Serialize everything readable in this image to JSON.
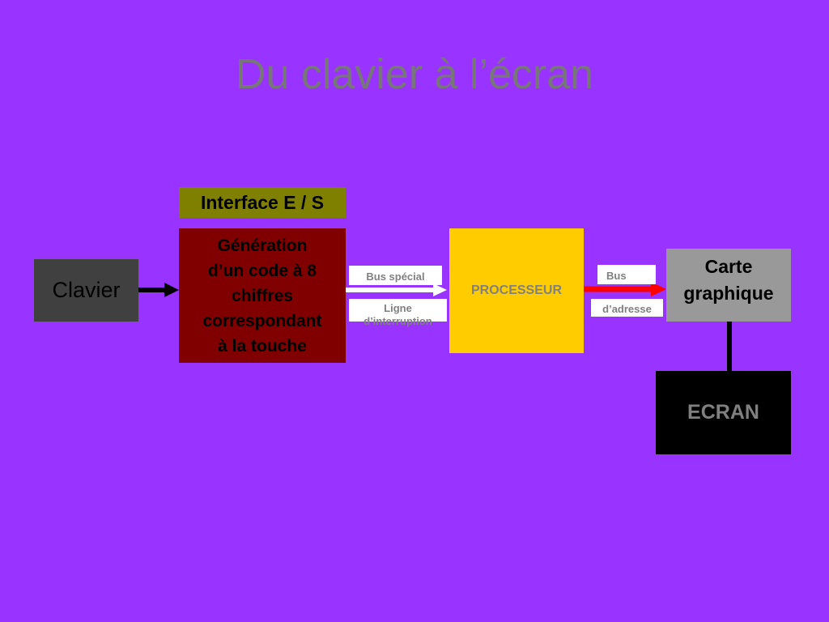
{
  "title": "Du clavier à l’écran",
  "nodes": {
    "clavier": "Clavier",
    "interface": "Interface E / S",
    "generation_lines": [
      "Génération",
      "d’un code à 8",
      "chiffres",
      "correspondant",
      "à la touche"
    ],
    "processeur": "PROCESSEUR",
    "carte_lines": [
      "Carte",
      "graphique"
    ],
    "ecran": "ECRAN"
  },
  "labels": {
    "bus_special": "Bus spécial",
    "ligne_lines": [
      "Ligne",
      "d’interruption"
    ],
    "bus": "Bus",
    "adresse": "d’adresse"
  },
  "colors": {
    "background": "#9933ff",
    "interface_box": "#808000",
    "generation_box": "#800000",
    "processeur_box": "#ffcc00",
    "carte_box": "#999999",
    "ecran_box": "#000000",
    "red_arrow": "#ff0000"
  }
}
